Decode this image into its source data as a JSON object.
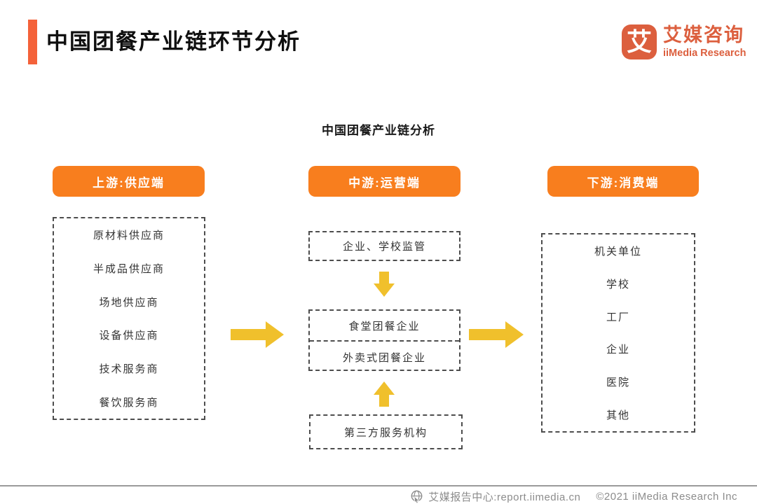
{
  "header": {
    "title": "中国团餐产业链环节分析"
  },
  "logo": {
    "icon_char": "艾",
    "name_cn": "艾媒咨询",
    "name_en": "iiMedia Research"
  },
  "diagram": {
    "title": "中国团餐产业链分析",
    "columns": [
      {
        "header": "上游:供应端",
        "items": [
          "原材料供应商",
          "半成品供应商",
          "场地供应商",
          "设备供应商",
          "技术服务商",
          "餐饮服务商"
        ]
      },
      {
        "header": "中游:运营端",
        "top_box": "企业、学校监管",
        "main_box": [
          "食堂团餐企业",
          "外卖式团餐企业"
        ],
        "bottom_box": "第三方服务机构"
      },
      {
        "header": "下游:消费端",
        "items": [
          "机关单位",
          "学校",
          "工厂",
          "企业",
          "医院",
          "其他"
        ]
      }
    ]
  },
  "icons": {
    "footer_site_icon": "globe-with-cursor"
  },
  "footer": {
    "source_label": "艾媒报告中心:report.iimedia.cn",
    "copyright": "©2021  iiMedia Research Inc"
  },
  "colors": {
    "accent_bar": "#F4623A",
    "button_orange": "#F87E1E",
    "arrow_yellow": "#F0C02C",
    "logo_red": "#DC5F3E",
    "dash_gray": "#4D4D4D",
    "footer_gray": "#8C8C8C",
    "footer_line": "#9A9A9A",
    "text_dark": "#333333"
  }
}
